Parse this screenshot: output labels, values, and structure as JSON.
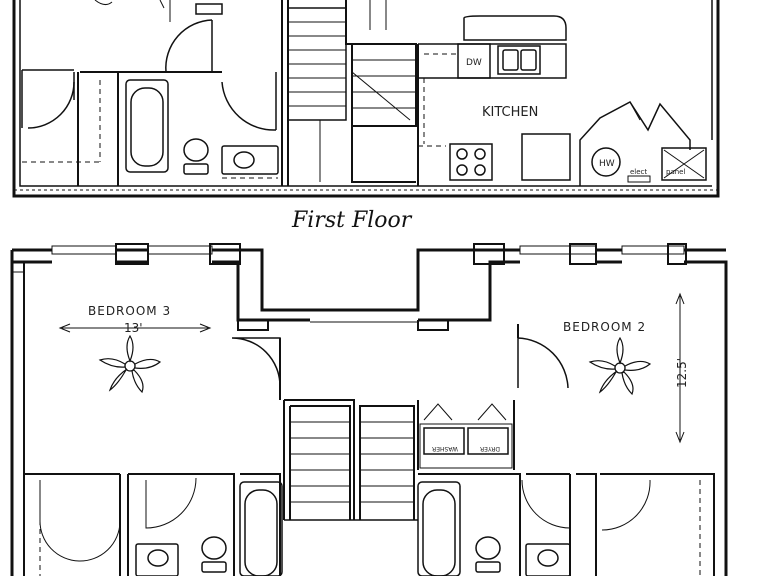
{
  "labels": {
    "kitchen": "KITCHEN",
    "dishwasher": "DW",
    "water_heater": "HW",
    "elect": "elect",
    "panel": "panel",
    "first_floor": "First Floor",
    "bedroom3": "BEDROOM 3",
    "bedroom3_dim": "13'",
    "bedroom2": "BEDROOM 2",
    "bedroom2_dim": "12.5'",
    "washer": "WASHER",
    "dryer": "DRYER"
  }
}
